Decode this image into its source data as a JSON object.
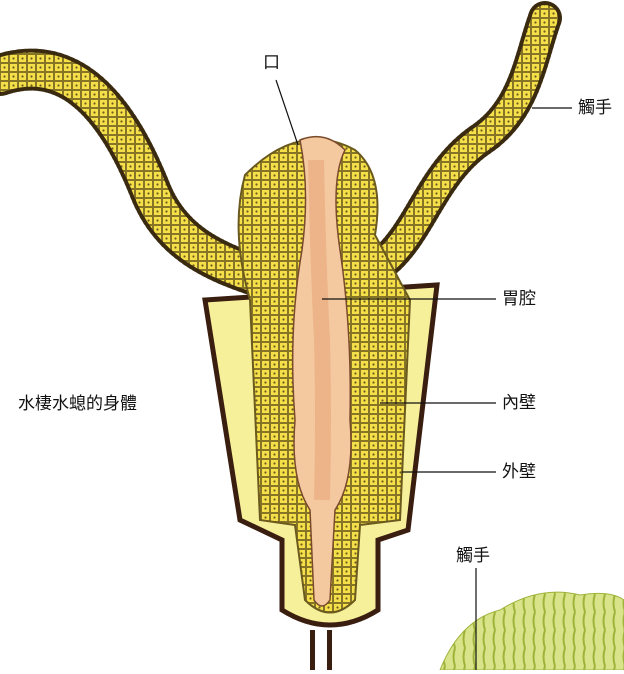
{
  "labels": {
    "mouth": "口",
    "tentacle_top": "觸手",
    "gastric_cavity": "胃腔",
    "body_title": "水棲水螅的身體",
    "inner_wall": "內壁",
    "outer_wall": "外壁",
    "tentacle_bottom": "觸手"
  },
  "colors": {
    "cell_fill": "#f6e04a",
    "cell_outline": "#6b5a1e",
    "gastric_fill": "#f4c9a0",
    "gastric_core": "#e8a77a",
    "outer_body": "#f7f09a",
    "body_outline": "#3a1e10",
    "plant_green": "#c8d96a"
  }
}
